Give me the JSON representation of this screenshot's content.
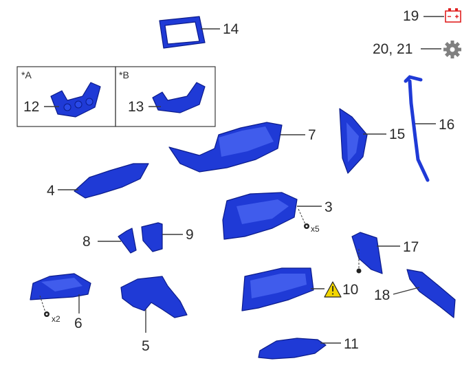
{
  "callouts": {
    "c3": "3",
    "c4": "4",
    "c5": "5",
    "c6": "6",
    "c7": "7",
    "c8": "8",
    "c9": "9",
    "c10": "10",
    "c11": "11",
    "c12": "12",
    "c13": "13",
    "c14": "14",
    "c15": "15",
    "c16": "16",
    "c17": "17",
    "c18": "18",
    "c19": "19",
    "c20_21": "20, 21"
  },
  "variants": {
    "a": "*A",
    "b": "*B"
  },
  "quantities": {
    "q3": "x5",
    "q6": "x2"
  },
  "colors": {
    "part_fill": "#1f3ad6",
    "battery_icon": "#e02020",
    "gear_icon": "#808080",
    "warning_fill": "#f2d600"
  },
  "icons": [
    "battery-icon",
    "gear-icon",
    "warning-icon",
    "screw-icon"
  ]
}
